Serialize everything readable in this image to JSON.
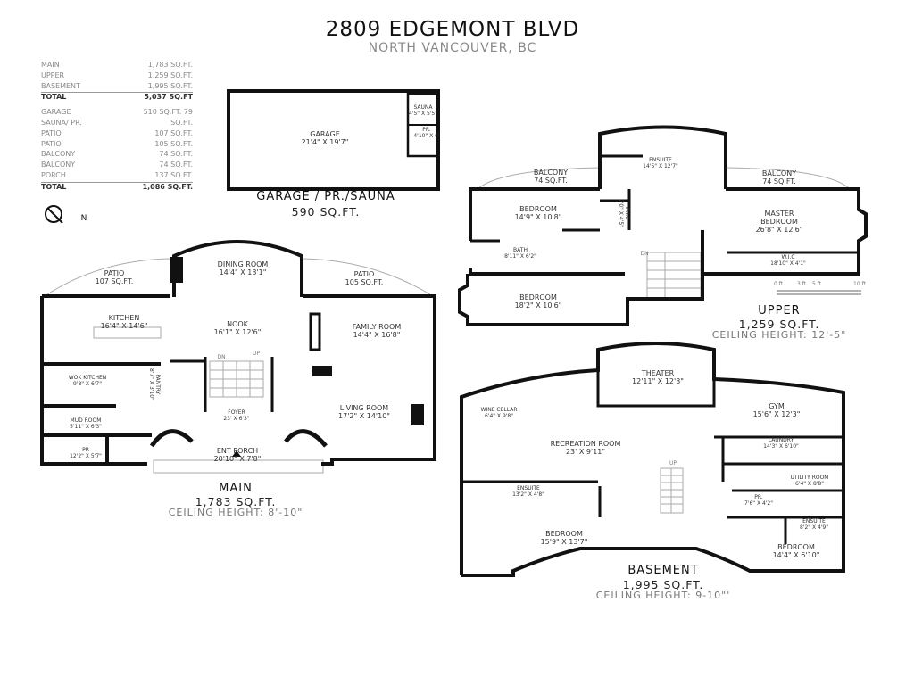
{
  "header": {
    "title": "2809 EDGEMONT BLVD",
    "subtitle": "NORTH VANCOUVER, BC"
  },
  "summary": {
    "living": [
      {
        "label": "MAIN",
        "value": "1,783 SQ.FT."
      },
      {
        "label": "UPPER",
        "value": "1,259 SQ.FT."
      },
      {
        "label": "BASEMENT",
        "value": "1,995 SQ.FT."
      }
    ],
    "living_total": {
      "label": "TOTAL",
      "value": "5,037 SQ.FT"
    },
    "other": [
      {
        "label": "GARAGE",
        "value": "510 SQ.FT. 79"
      },
      {
        "label": "SAUNA/ PR.",
        "value": "SQ.FT."
      },
      {
        "label": "PATIO",
        "value": "107 SQ.FT."
      },
      {
        "label": "PATIO",
        "value": "105 SQ.FT."
      },
      {
        "label": "BALCONY",
        "value": "74 SQ.FT."
      },
      {
        "label": "BALCONY",
        "value": "74 SQ.FT."
      },
      {
        "label": "PORCH",
        "value": "137 SQ.FT."
      }
    ],
    "other_total": {
      "label": "TOTAL",
      "value": "1,086 SQ.FT."
    }
  },
  "compass": {
    "icon": "north-arrow-icon",
    "label": "N"
  },
  "garage": {
    "title": "GARAGE / PR./SAUNA",
    "area": "590 SQ.FT.",
    "rooms": [
      {
        "name": "GARAGE",
        "dim": "21'4\" X 19'7\""
      },
      {
        "name": "SAUNA",
        "dim": "4'5\" X 5'5\""
      },
      {
        "name": "PR.",
        "dim": "4'10\" X 6'"
      }
    ]
  },
  "main": {
    "title": "MAIN",
    "area": "1,783 SQ.FT.",
    "ceiling": "CEILING HEIGHT: 8'-10\"",
    "rooms": [
      {
        "name": "PATIO",
        "dim": "107 SQ.FT."
      },
      {
        "name": "DINING ROOM",
        "dim": "14'4\" X 13'1\""
      },
      {
        "name": "PATIO",
        "dim": "105 SQ.FT."
      },
      {
        "name": "KITCHEN",
        "dim": "16'4\" X 14'6\""
      },
      {
        "name": "NOOK",
        "dim": "16'1\" X 12'6\""
      },
      {
        "name": "FAMILY ROOM",
        "dim": "14'4\" X 16'8\""
      },
      {
        "name": "WOK KITCHEN",
        "dim": "9'8\" X 6'7\""
      },
      {
        "name": "PANTRY",
        "dim": "8'7\" X 3'10\""
      },
      {
        "name": "MUD ROOM",
        "dim": "5'11\" X 6'3\""
      },
      {
        "name": "PR",
        "dim": "12'2\" X 5'7\""
      },
      {
        "name": "FOYER",
        "dim": "23' X 6'3\""
      },
      {
        "name": "ENT PORCH",
        "dim": "20'10\" X 7'8\""
      },
      {
        "name": "LIVING ROOM",
        "dim": "17'2\" X 14'10\""
      }
    ],
    "stair_labels": {
      "down": "DN",
      "up": "UP"
    }
  },
  "upper": {
    "title": "UPPER",
    "area": "1,259 SQ.FT.",
    "ceiling": "CEILING HEIGHT: 12'-5\"",
    "rooms": [
      {
        "name": "ENSUITE",
        "dim": "14'5\" X 12'7\""
      },
      {
        "name": "BALCONY",
        "dim": "74 SQ.FT."
      },
      {
        "name": "BALCONY",
        "dim": "74 SQ.FT."
      },
      {
        "name": "BEDROOM",
        "dim": "14'9\" X 10'8\""
      },
      {
        "name": "W.I.C",
        "dim": "7'0\" X 4'5\""
      },
      {
        "name": "MASTER BEDROOM",
        "dim": "26'8\" X 12'6\""
      },
      {
        "name": "BATH",
        "dim": "8'11\" X 6'2\""
      },
      {
        "name": "W.I.C",
        "dim": "18'10\" X 4'1\""
      },
      {
        "name": "BEDROOM",
        "dim": "18'2\" X 10'6\""
      }
    ],
    "stair_label": "DN",
    "scale_bar": [
      "0 ft",
      "3 ft",
      "5 ft",
      "10 ft"
    ]
  },
  "basement": {
    "title": "BASEMENT",
    "area": "1,995 SQ.FT.",
    "ceiling": "CEILING HEIGHT: 9-10\"'",
    "rooms": [
      {
        "name": "THEATER",
        "dim": "12'11\" X 12'3\""
      },
      {
        "name": "GYM",
        "dim": "15'6\" X 12'3\""
      },
      {
        "name": "WINE CELLAR",
        "dim": "6'4\" X 9'8\""
      },
      {
        "name": "RECREATION ROOM",
        "dim": "23' X 9'11\""
      },
      {
        "name": "LAUNDRY",
        "dim": "14'3\" X 6'10\""
      },
      {
        "name": "UTILITY ROOM",
        "dim": "6'4\" X 8'8\""
      },
      {
        "name": "ENSUITE",
        "dim": "13'2\" X 4'8\""
      },
      {
        "name": "PR.",
        "dim": "7'6\" X 4'2\""
      },
      {
        "name": "ENSUITE",
        "dim": "8'2\" X 4'9\""
      },
      {
        "name": "BEDROOM",
        "dim": "15'9\" X 13'7\""
      },
      {
        "name": "BEDROOM",
        "dim": "14'4\" X 6'10\""
      }
    ],
    "stair_label": "UP"
  },
  "colors": {
    "wall": "#111111",
    "text": "#333333",
    "muted": "#888888"
  }
}
